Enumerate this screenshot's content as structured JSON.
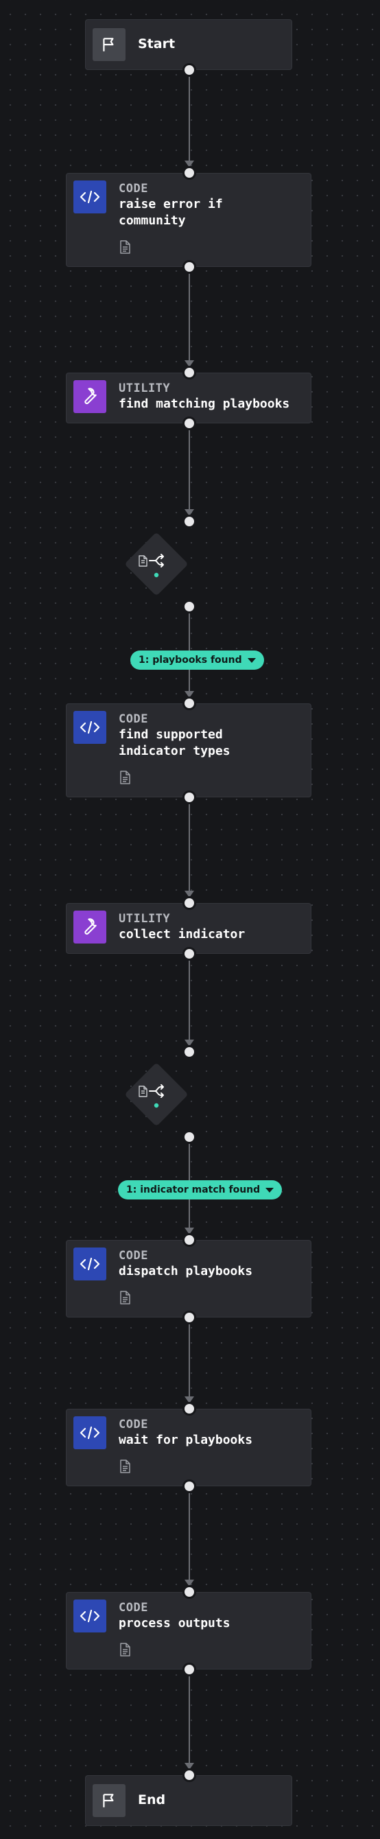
{
  "diagram": {
    "start": {
      "label": "Start",
      "icon": "flag-icon"
    },
    "end": {
      "label": "End",
      "icon": "flag-icon"
    },
    "nodes": [
      {
        "type": "CODE",
        "title": "raise error if\ncommunity",
        "icon": "code-icon",
        "has_doc": true
      },
      {
        "type": "UTILITY",
        "title": "find matching playbooks",
        "icon": "wrench-icon",
        "has_doc": false
      },
      {
        "type": "CODE",
        "title": "find supported\nindicator types",
        "icon": "code-icon",
        "has_doc": true
      },
      {
        "type": "UTILITY",
        "title": "collect indicator",
        "icon": "wrench-icon",
        "has_doc": false
      },
      {
        "type": "CODE",
        "title": "dispatch playbooks",
        "icon": "code-icon",
        "has_doc": true
      },
      {
        "type": "CODE",
        "title": "wait for playbooks",
        "icon": "code-icon",
        "has_doc": true
      },
      {
        "type": "CODE",
        "title": "process outputs",
        "icon": "code-icon",
        "has_doc": true
      }
    ],
    "decisions": [
      {
        "branch_label": "1: playbooks found",
        "icon": "decision-split-icon"
      },
      {
        "branch_label": "1: indicator match found",
        "icon": "decision-split-icon"
      }
    ],
    "colors": {
      "background": "#16171a",
      "node": "#292a2f",
      "code_badge": "#2d48b4",
      "utility_badge": "#8a3fd1",
      "branch_pill": "#3fd9b7",
      "edge": "#6b6d73",
      "decision_dot": "#3fd9b7"
    }
  }
}
